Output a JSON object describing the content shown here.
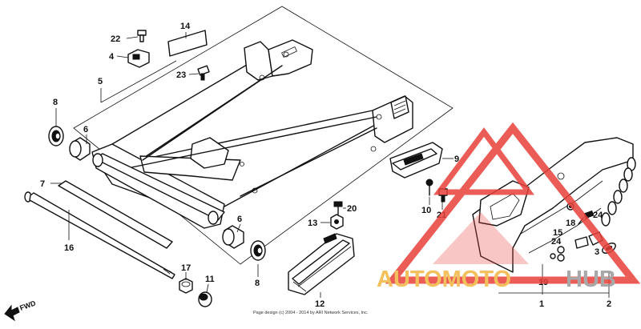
{
  "callouts": {
    "c1": "1",
    "c2": "2",
    "c3": "3",
    "c4": "4",
    "c5": "5",
    "c6a": "6",
    "c6b": "6",
    "c7": "7",
    "c8a": "8",
    "c8b": "8",
    "c9": "9",
    "c10": "10",
    "c11": "11",
    "c12": "12",
    "c13": "13",
    "c14": "14",
    "c15": "15",
    "c16": "16",
    "c17": "17",
    "c18": "18",
    "c19": "19",
    "c20": "20",
    "c21": "21",
    "c22": "22",
    "c23": "23",
    "c24a": "24",
    "c24b": "24"
  },
  "fwd_label": "FWD",
  "copyright": "Page design (c) 2004 - 2014 by ARI Network Services, Inc.",
  "watermark": {
    "part1": "AUTOMOTO",
    "part2": "HUB",
    "color_red": "#e8403a",
    "color_gold": "#f0b640",
    "color_gray": "#9a9a9a"
  }
}
